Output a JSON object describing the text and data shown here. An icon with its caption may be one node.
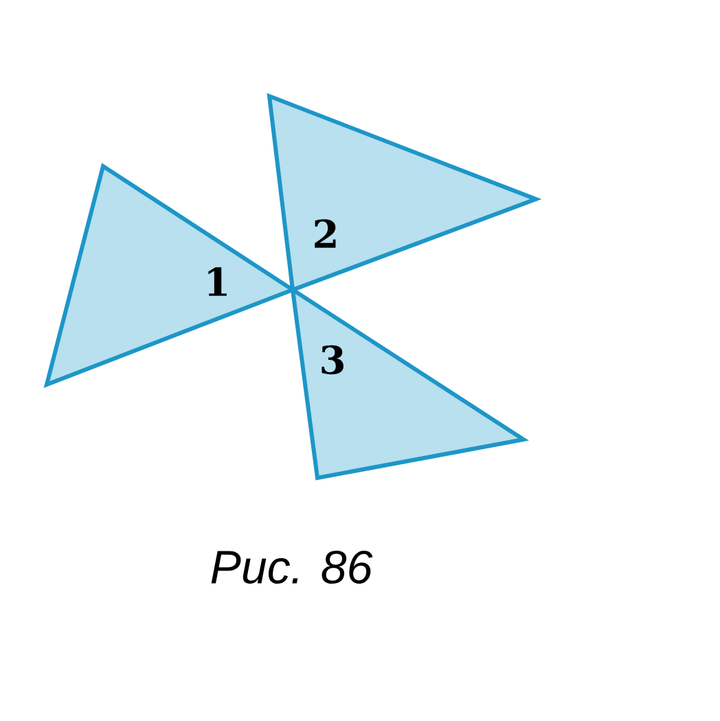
{
  "diagram": {
    "caption": "Рис. 86",
    "nodes": [
      {
        "text": [
          "1"
        ]
      },
      {
        "text": [
          "2"
        ]
      },
      {
        "text": [
          "3"
        ]
      }
    ]
  }
}
